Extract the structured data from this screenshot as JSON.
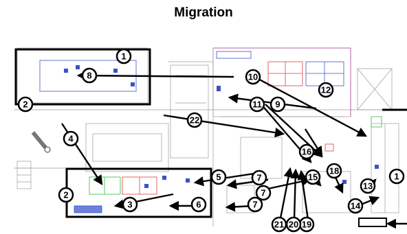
{
  "title": "Migration",
  "colors": {
    "callout_fill": "#ffffff",
    "callout_stroke": "#000000",
    "arrow": "#000000",
    "plan_lines": "#9a9a9a",
    "plan_red": "#e23b3b",
    "plan_blue": "#3b52c8",
    "plan_green": "#2ebd3b",
    "plan_magenta": "#b04aa6"
  },
  "callouts": [
    {
      "id": "callout-1a",
      "label": "1"
    },
    {
      "id": "callout-2a",
      "label": "2"
    },
    {
      "id": "callout-3",
      "label": "3"
    },
    {
      "id": "callout-4",
      "label": "4"
    },
    {
      "id": "callout-5",
      "label": "5"
    },
    {
      "id": "callout-6",
      "label": "6"
    },
    {
      "id": "callout-7a",
      "label": "7"
    },
    {
      "id": "callout-7b",
      "label": "7"
    },
    {
      "id": "callout-7c",
      "label": "7"
    },
    {
      "id": "callout-8",
      "label": "8"
    },
    {
      "id": "callout-9",
      "label": "9"
    },
    {
      "id": "callout-10",
      "label": "10"
    },
    {
      "id": "callout-11",
      "label": "11"
    },
    {
      "id": "callout-12",
      "label": "12"
    },
    {
      "id": "callout-13",
      "label": "13"
    },
    {
      "id": "callout-14",
      "label": "14"
    },
    {
      "id": "callout-15",
      "label": "15"
    },
    {
      "id": "callout-16",
      "label": "16"
    },
    {
      "id": "callout-18",
      "label": "18"
    },
    {
      "id": "callout-19",
      "label": "19"
    },
    {
      "id": "callout-20",
      "label": "20"
    },
    {
      "id": "callout-21",
      "label": "21"
    },
    {
      "id": "callout-22",
      "label": "22"
    },
    {
      "id": "callout-1b",
      "label": "1"
    },
    {
      "id": "callout-2b",
      "label": "2"
    }
  ]
}
